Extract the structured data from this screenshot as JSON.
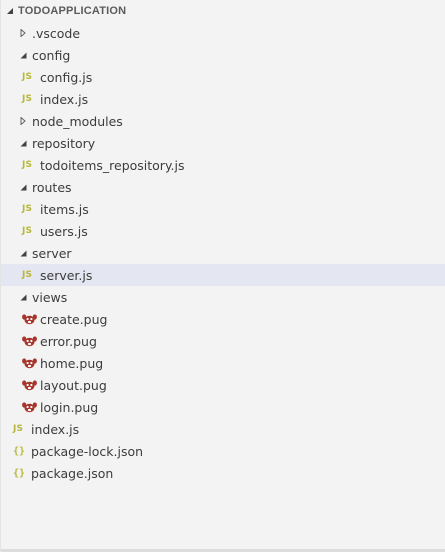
{
  "explorer": {
    "title": "TODOAPPLICATION"
  },
  "tree": {
    "vscode": ".vscode",
    "config": "config",
    "config_js": "config.js",
    "config_index_js": "index.js",
    "node_modules": "node_modules",
    "repository": "repository",
    "todoitems_repository_js": "todoitems_repository.js",
    "routes": "routes",
    "items_js": "items.js",
    "users_js": "users.js",
    "server": "server",
    "server_js": "server.js",
    "views": "views",
    "create_pug": "create.pug",
    "error_pug": "error.pug",
    "home_pug": "home.pug",
    "layout_pug": "layout.pug",
    "login_pug": "login.pug",
    "index_js": "index.js",
    "package_lock_json": "package-lock.json",
    "package_json": "package.json"
  },
  "icons": {
    "js_badge": "JS",
    "json_badge": "{}"
  },
  "colors": {
    "js_icon": "#b7b73b",
    "pug_icon": "#a8352b",
    "selected_row": "#e4e6f1"
  }
}
